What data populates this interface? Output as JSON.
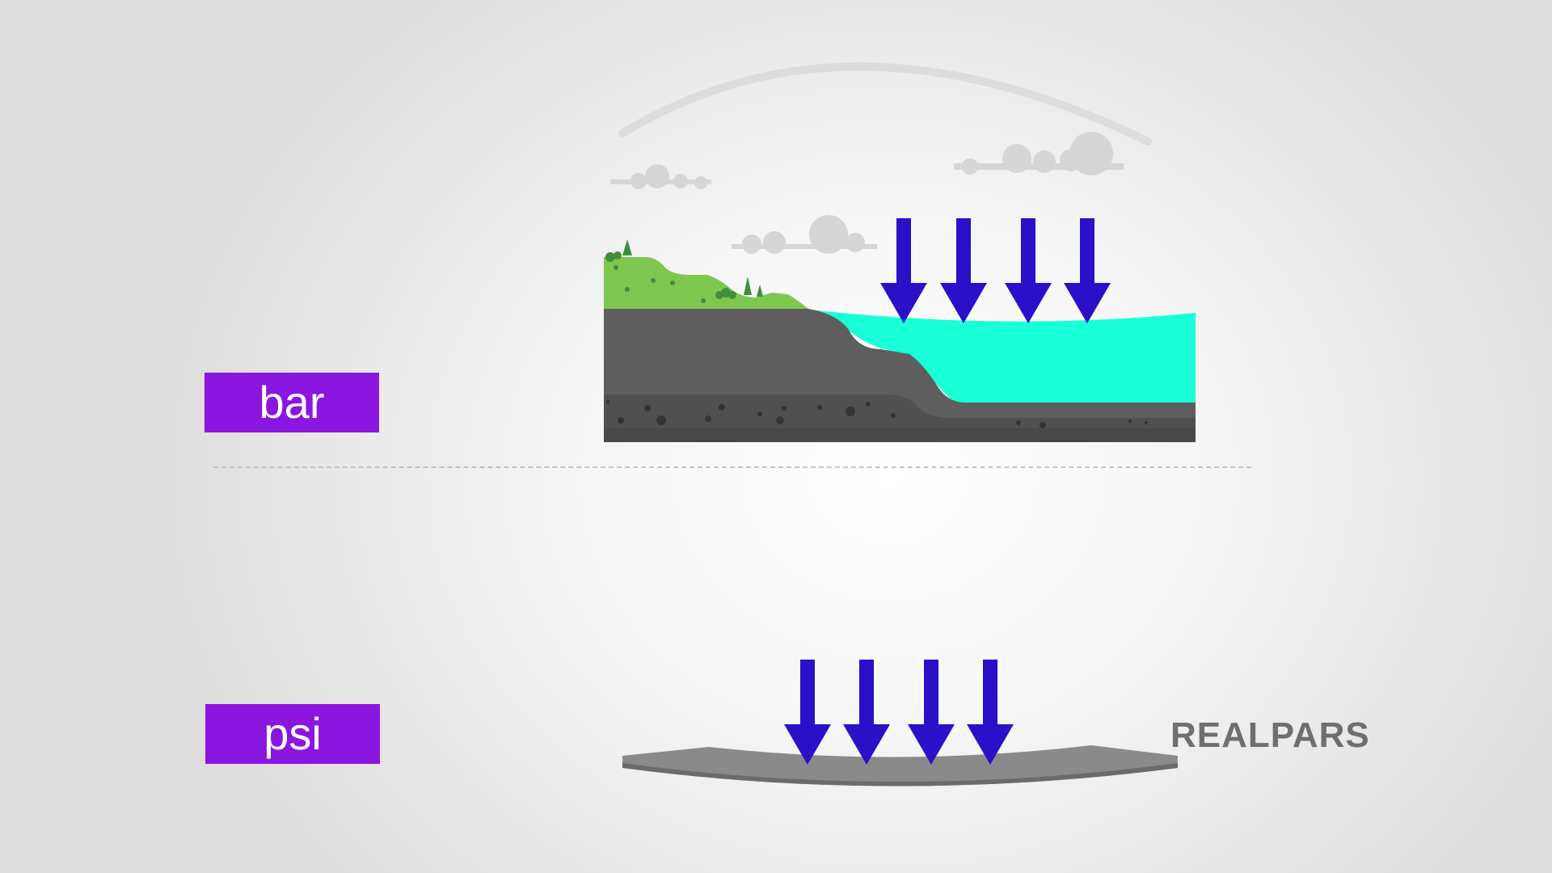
{
  "labels": {
    "top": "bar",
    "bottom": "psi"
  },
  "logo": {
    "text": "REALPARS"
  },
  "colors": {
    "label_background": "#8a16e0",
    "label_text": "#ffffff",
    "arrow": "#2a10c8",
    "water": "#19ffd7",
    "grass": "#7ec850",
    "rock": "#5e5e5e",
    "plate": "#8a8a8a",
    "logo": "#6f6f6f"
  },
  "icons": [
    "pressure-arrow-icon",
    "cloud-icon",
    "tree-icon",
    "bush-icon"
  ]
}
